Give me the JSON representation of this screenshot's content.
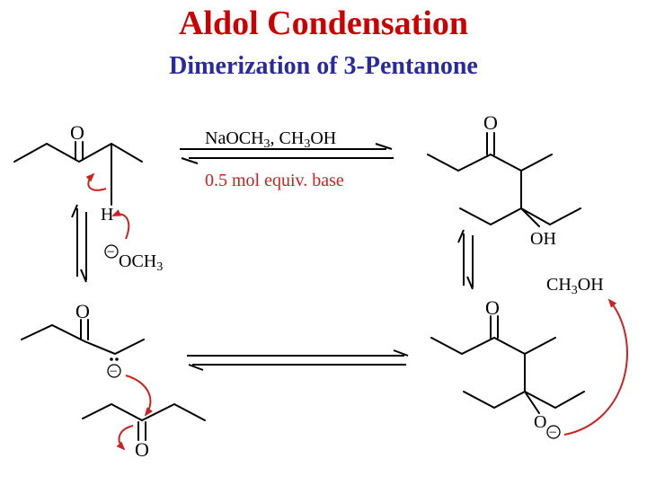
{
  "slide": {
    "title": "Aldol Condensation",
    "subtitle": "Dimerization of 3-Pentanone"
  },
  "reagents": {
    "forward_base": "NaOCH",
    "forward_sub1": "3",
    "forward_sep": ", CH",
    "forward_sub2": "3",
    "forward_oh": "OH",
    "reverse_note": "0.5 mol equiv. base"
  },
  "atoms": {
    "o": "O",
    "h": "H",
    "oh": "OH",
    "och": "OCH",
    "och_sub": "3",
    "methanol_ch": "CH",
    "methanol_sub": "3",
    "methanol_oh": "OH",
    "minus": "−"
  },
  "colors": {
    "title": "#cc0000",
    "subtitle": "#2a2aa0",
    "curved_arrows": "#cc2222",
    "reagent_note": "#cc2222"
  }
}
